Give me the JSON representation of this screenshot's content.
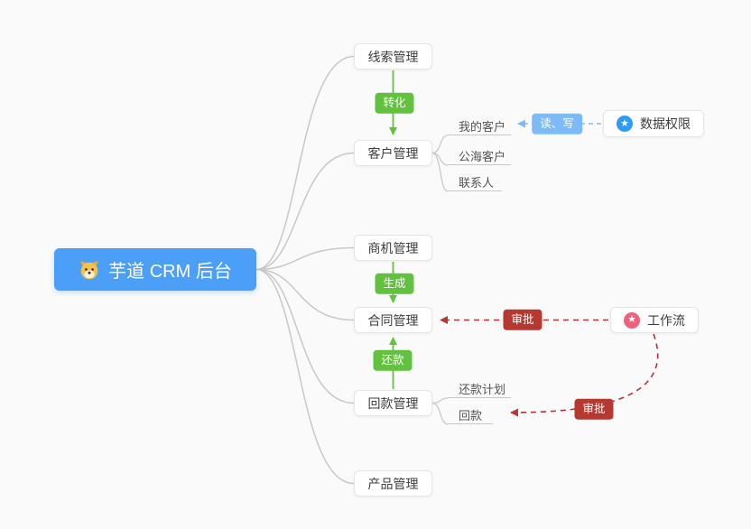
{
  "root": {
    "label": "芋道 CRM 后台",
    "icon": "dog-face"
  },
  "modules": {
    "leads": {
      "label": "线索管理"
    },
    "customer": {
      "label": "客户管理"
    },
    "opportunity": {
      "label": "商机管理"
    },
    "contract": {
      "label": "合同管理"
    },
    "receivable": {
      "label": "回款管理"
    },
    "product": {
      "label": "产品管理"
    }
  },
  "customer_children": {
    "my": {
      "label": "我的客户"
    },
    "public": {
      "label": "公海客户"
    },
    "contact": {
      "label": "联系人"
    }
  },
  "receivable_children": {
    "plan": {
      "label": "还款计划"
    },
    "payment": {
      "label": "回款"
    }
  },
  "badges": {
    "convert": {
      "label": "转化",
      "color": "#62c13e"
    },
    "generate": {
      "label": "生成",
      "color": "#62c13e"
    },
    "repay": {
      "label": "还款",
      "color": "#62c13e"
    },
    "read_write": {
      "label": "读、写",
      "color": "#7ebbf6"
    },
    "approve_contract": {
      "label": "审批",
      "color": "#b53831"
    },
    "approve_receivable": {
      "label": "审批",
      "color": "#b53831"
    }
  },
  "side_nodes": {
    "data_permission": {
      "label": "数据权限",
      "icon": "star",
      "icon_color": "#2e9bf6"
    },
    "workflow": {
      "label": "工作流",
      "icon": "star",
      "icon_color": "#f0607a"
    }
  },
  "colors": {
    "root_bg": "#4c9ff7",
    "green": "#62c13e",
    "light_blue": "#7ebbf6",
    "dark_red": "#b53831",
    "wire_gray": "#c8c8c8",
    "canvas_bg": "#fafafa"
  }
}
